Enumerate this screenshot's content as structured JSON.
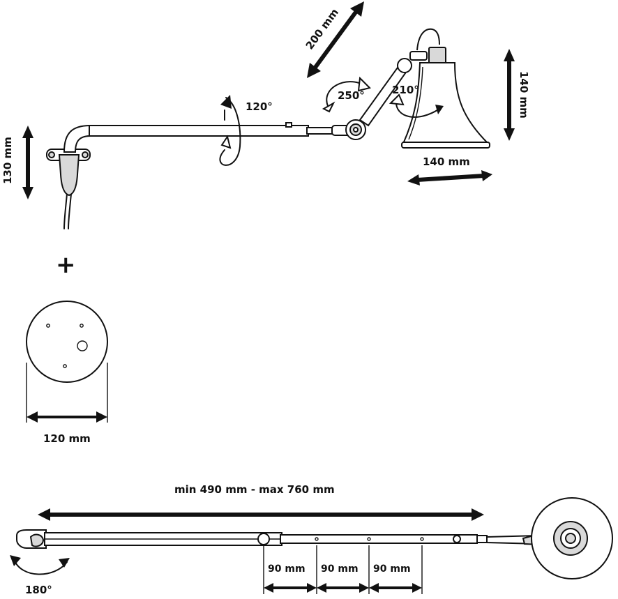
{
  "labels": {
    "shade_diagonal": "200 mm",
    "shade_height": "140 mm",
    "shade_width": "140 mm",
    "rotation_arm": "120°",
    "rotation_joint": "250°",
    "rotation_shade": "210°",
    "mount_height": "130 mm",
    "plus": "+",
    "plate_width": "120 mm",
    "arm_length": "min 490 mm - max 760 mm",
    "rotation_base": "180°",
    "step_1": "90 mm",
    "step_2": "90 mm",
    "step_3": "90 mm"
  },
  "colors": {
    "line": "#111111",
    "fill_light": "#d9d9d9",
    "background": "#ffffff"
  }
}
